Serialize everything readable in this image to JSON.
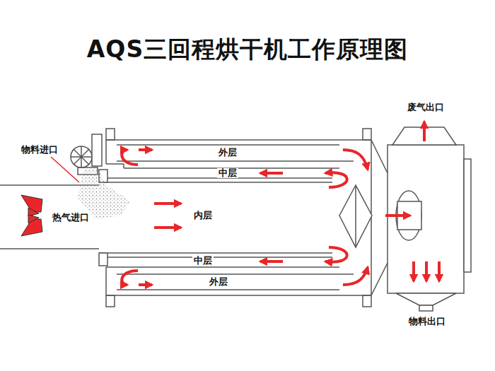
{
  "diagram": {
    "title": "AQS三回程烘干机工作原理图",
    "labels": [
      "物料进口",
      "热气进口",
      "外层",
      "中层",
      "内层",
      "中层",
      "外层",
      "废气出口",
      "物料出口"
    ]
  }
}
